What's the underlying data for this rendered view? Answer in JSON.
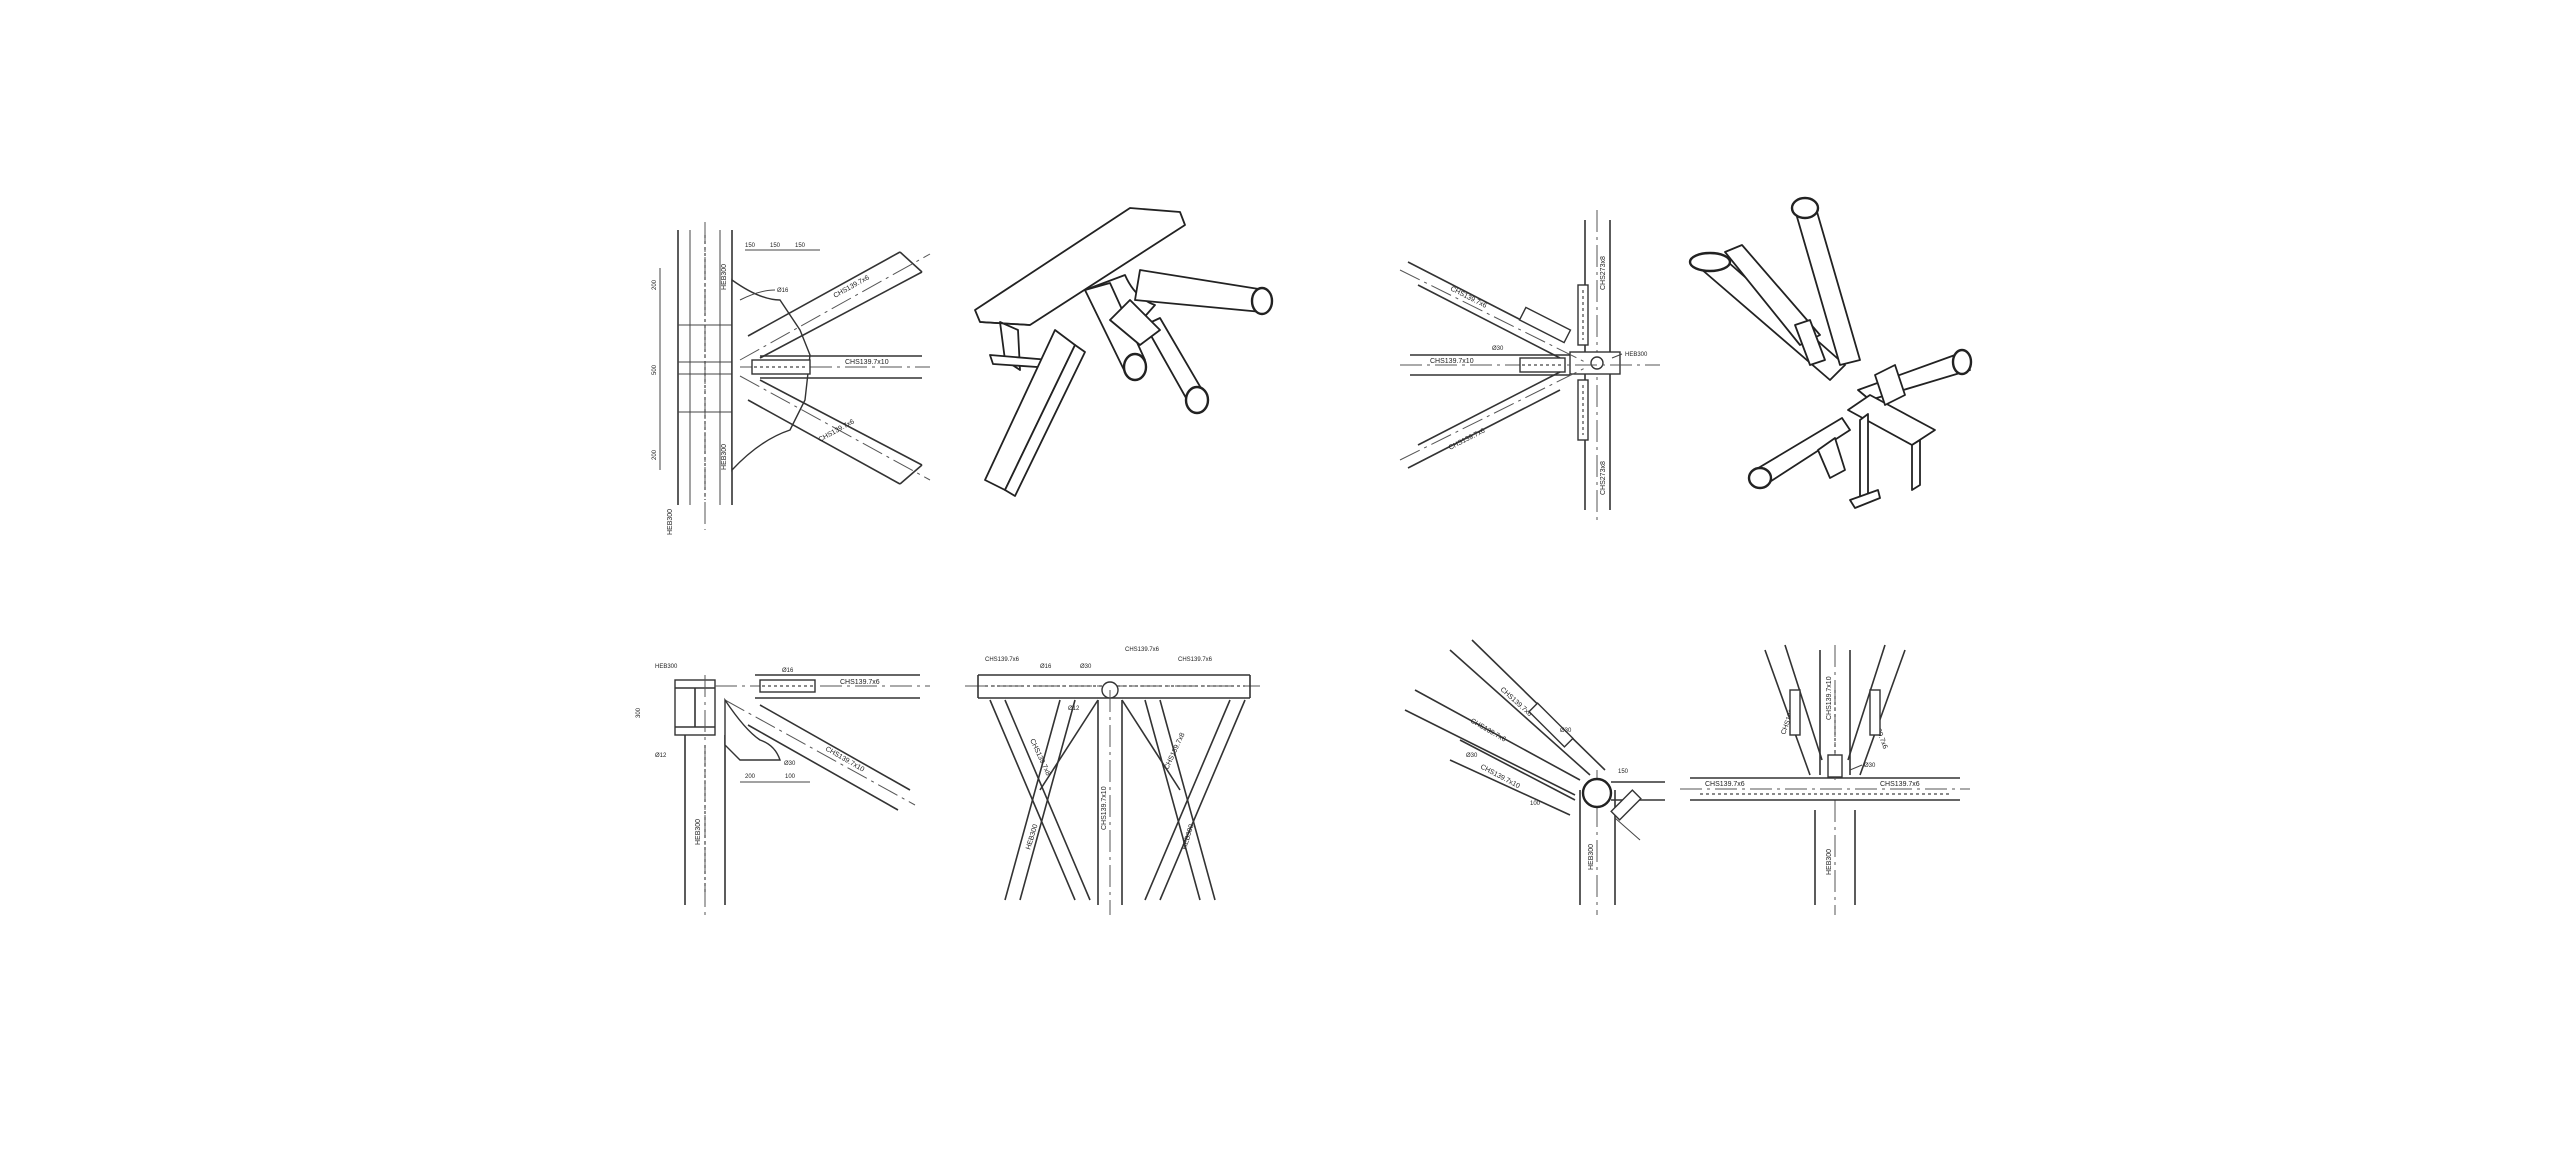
{
  "sheet": {
    "background": "#ffffff",
    "line_color": "#333333"
  },
  "detail_1": {
    "column_top": "HEB300",
    "column_bottom": "HEB300",
    "column_base": "HEB300",
    "brace_top": "CHS139.7x6",
    "brace_mid": "CHS139.7x10",
    "brace_bottom": "CHS139.7x6",
    "bolt_note": "Ø16",
    "dim_a": "150",
    "dim_b": "150",
    "dim_c": "150",
    "dim_v1": "200",
    "dim_v2": "500",
    "dim_v3": "200"
  },
  "detail_3": {
    "brace_top": "CHS139.7x6",
    "beam": "CHS139.7x10",
    "brace_bottom": "CHS139.7x6",
    "column_top": "CHS273x8",
    "column_bottom": "CHS273x8",
    "bolt_note": "Ø30",
    "plate_note": "HEB300"
  },
  "detail_5": {
    "rafter": "HEB300",
    "column": "HEB300",
    "tube_top": "CHS139.7x6",
    "tube_diag": "CHS139.7x10",
    "bolt_a": "Ø16",
    "bolt_b": "Ø30",
    "bolt_c": "Ø12",
    "dim_a": "300",
    "dim_b": "200",
    "dim_c": "100"
  },
  "detail_6": {
    "top_left": "CHS139.7x6",
    "top_mid": "CHS139.7x6",
    "top_right": "CHS139.7x6",
    "diag_left": "CHS139.7x8",
    "diag_right": "CHS139.7x8",
    "leg_left": "HEB300",
    "leg_right": "HEB300",
    "post": "CHS139.7x10",
    "bolt_a": "Ø16",
    "bolt_b": "Ø30",
    "bolt_c": "Ø12"
  },
  "detail_7": {
    "brace_a": "CHS139.7x6",
    "brace_b": "CHS139.7x6",
    "brace_c": "CHS139.7x10",
    "column": "HEB300",
    "bolt_a": "Ø30",
    "bolt_b": "Ø30",
    "dim_a": "100",
    "dim_b": "150"
  },
  "detail_8": {
    "brace_left": "CHS139.7x6",
    "post": "CHS139.7x10",
    "brace_right": "CHS139.7x6",
    "beam_left": "CHS139.7x6",
    "beam_right": "CHS139.7x6",
    "column": "HEB300",
    "bolt_a": "Ø30"
  }
}
